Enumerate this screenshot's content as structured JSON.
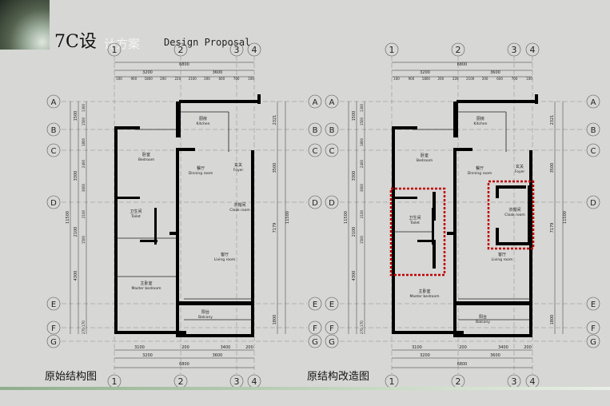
{
  "header": {
    "title_prefix": "7C设",
    "title_suffix": "计方案",
    "subtitle": "Design Proposal"
  },
  "captions": {
    "left": "原始结构图",
    "right": "原结构改造图"
  },
  "axes": {
    "columns": [
      "1",
      "2",
      "3",
      "4"
    ],
    "rows": [
      "A",
      "B",
      "C",
      "D",
      "E",
      "F",
      "G"
    ]
  },
  "dimensions": {
    "top_total": "6800",
    "top_mid": [
      "3200",
      "3600"
    ],
    "top_detail": [
      "100",
      "900",
      "1800",
      "200",
      "220",
      "2100",
      "200",
      "600",
      "700",
      "100"
    ],
    "bottom_mid": [
      "3100",
      "200",
      "3400",
      "200"
    ],
    "bottom_mid2": [
      "3200",
      "3600"
    ],
    "bottom_total": "6800",
    "left_total": "11500",
    "left_parts": [
      "1500",
      "3300",
      "2100",
      "4300"
    ],
    "left_detail": [
      "1300",
      "1500",
      "1800",
      "2400",
      "3600",
      "2100",
      "1500",
      "170",
      "270"
    ],
    "right_total": "11500",
    "right_parts": [
      "2321",
      "3500",
      "7179",
      "1800"
    ]
  },
  "rooms": {
    "kitchen": {
      "cn": "厨房",
      "en": "Kitchen"
    },
    "dining": {
      "cn": "餐厅",
      "en": "Dinning room"
    },
    "foyer": {
      "cn": "玄关",
      "en": "Foyer"
    },
    "bedroom": {
      "cn": "卧室",
      "en": "Bedroom"
    },
    "cloak": {
      "cn": "衣帽间",
      "en": "Cloak room"
    },
    "toilet": {
      "cn": "卫生间",
      "en": "Toilet"
    },
    "living": {
      "cn": "客厅",
      "en": "Living room"
    },
    "master": {
      "cn": "主卧室",
      "en": "Master bedroom"
    },
    "balcony": {
      "cn": "阳台",
      "en": "Balcony"
    }
  },
  "colors": {
    "wall": "#000000",
    "axis_line": "#8a8a8a",
    "highlight": "#c00000",
    "background": "#d7d7d5"
  }
}
